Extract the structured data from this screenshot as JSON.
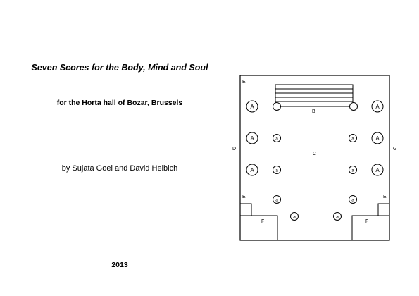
{
  "document": {
    "title": "Seven Scores for the Body, Mind and Soul",
    "subtitle": "for the Horta hall of Bozar, Brussels",
    "authors": "by Sujata Goel and David Helbich",
    "year": "2013"
  },
  "floor_plan": {
    "labels": {
      "E_top": "E",
      "B": "B",
      "C": "C",
      "D": "D",
      "G": "G",
      "E_left": "E",
      "E_right": "E",
      "F_left": "F",
      "F_right": "F"
    },
    "position_large": "A",
    "position_small": "a"
  }
}
